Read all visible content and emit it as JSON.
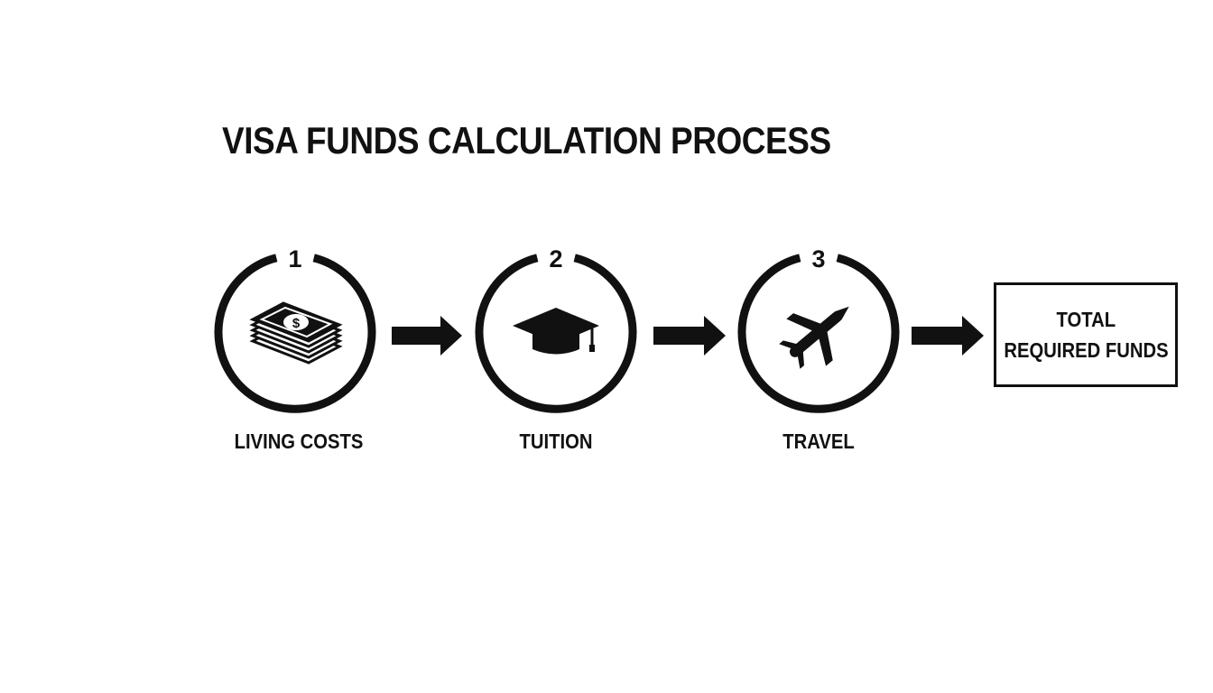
{
  "title": "VISA FUNDS CALCULATION PROCESS",
  "steps": [
    {
      "number": "1",
      "label": "LIVING COSTS",
      "icon": "money-stack-icon"
    },
    {
      "number": "2",
      "label": "TUITION",
      "icon": "graduation-cap-icon"
    },
    {
      "number": "3",
      "label": "TRAVEL",
      "icon": "airplane-icon"
    }
  ],
  "result": {
    "line1": "TOTAL",
    "line2": "REQUIRED FUNDS"
  },
  "colors": {
    "ink": "#111111",
    "background": "#ffffff"
  }
}
